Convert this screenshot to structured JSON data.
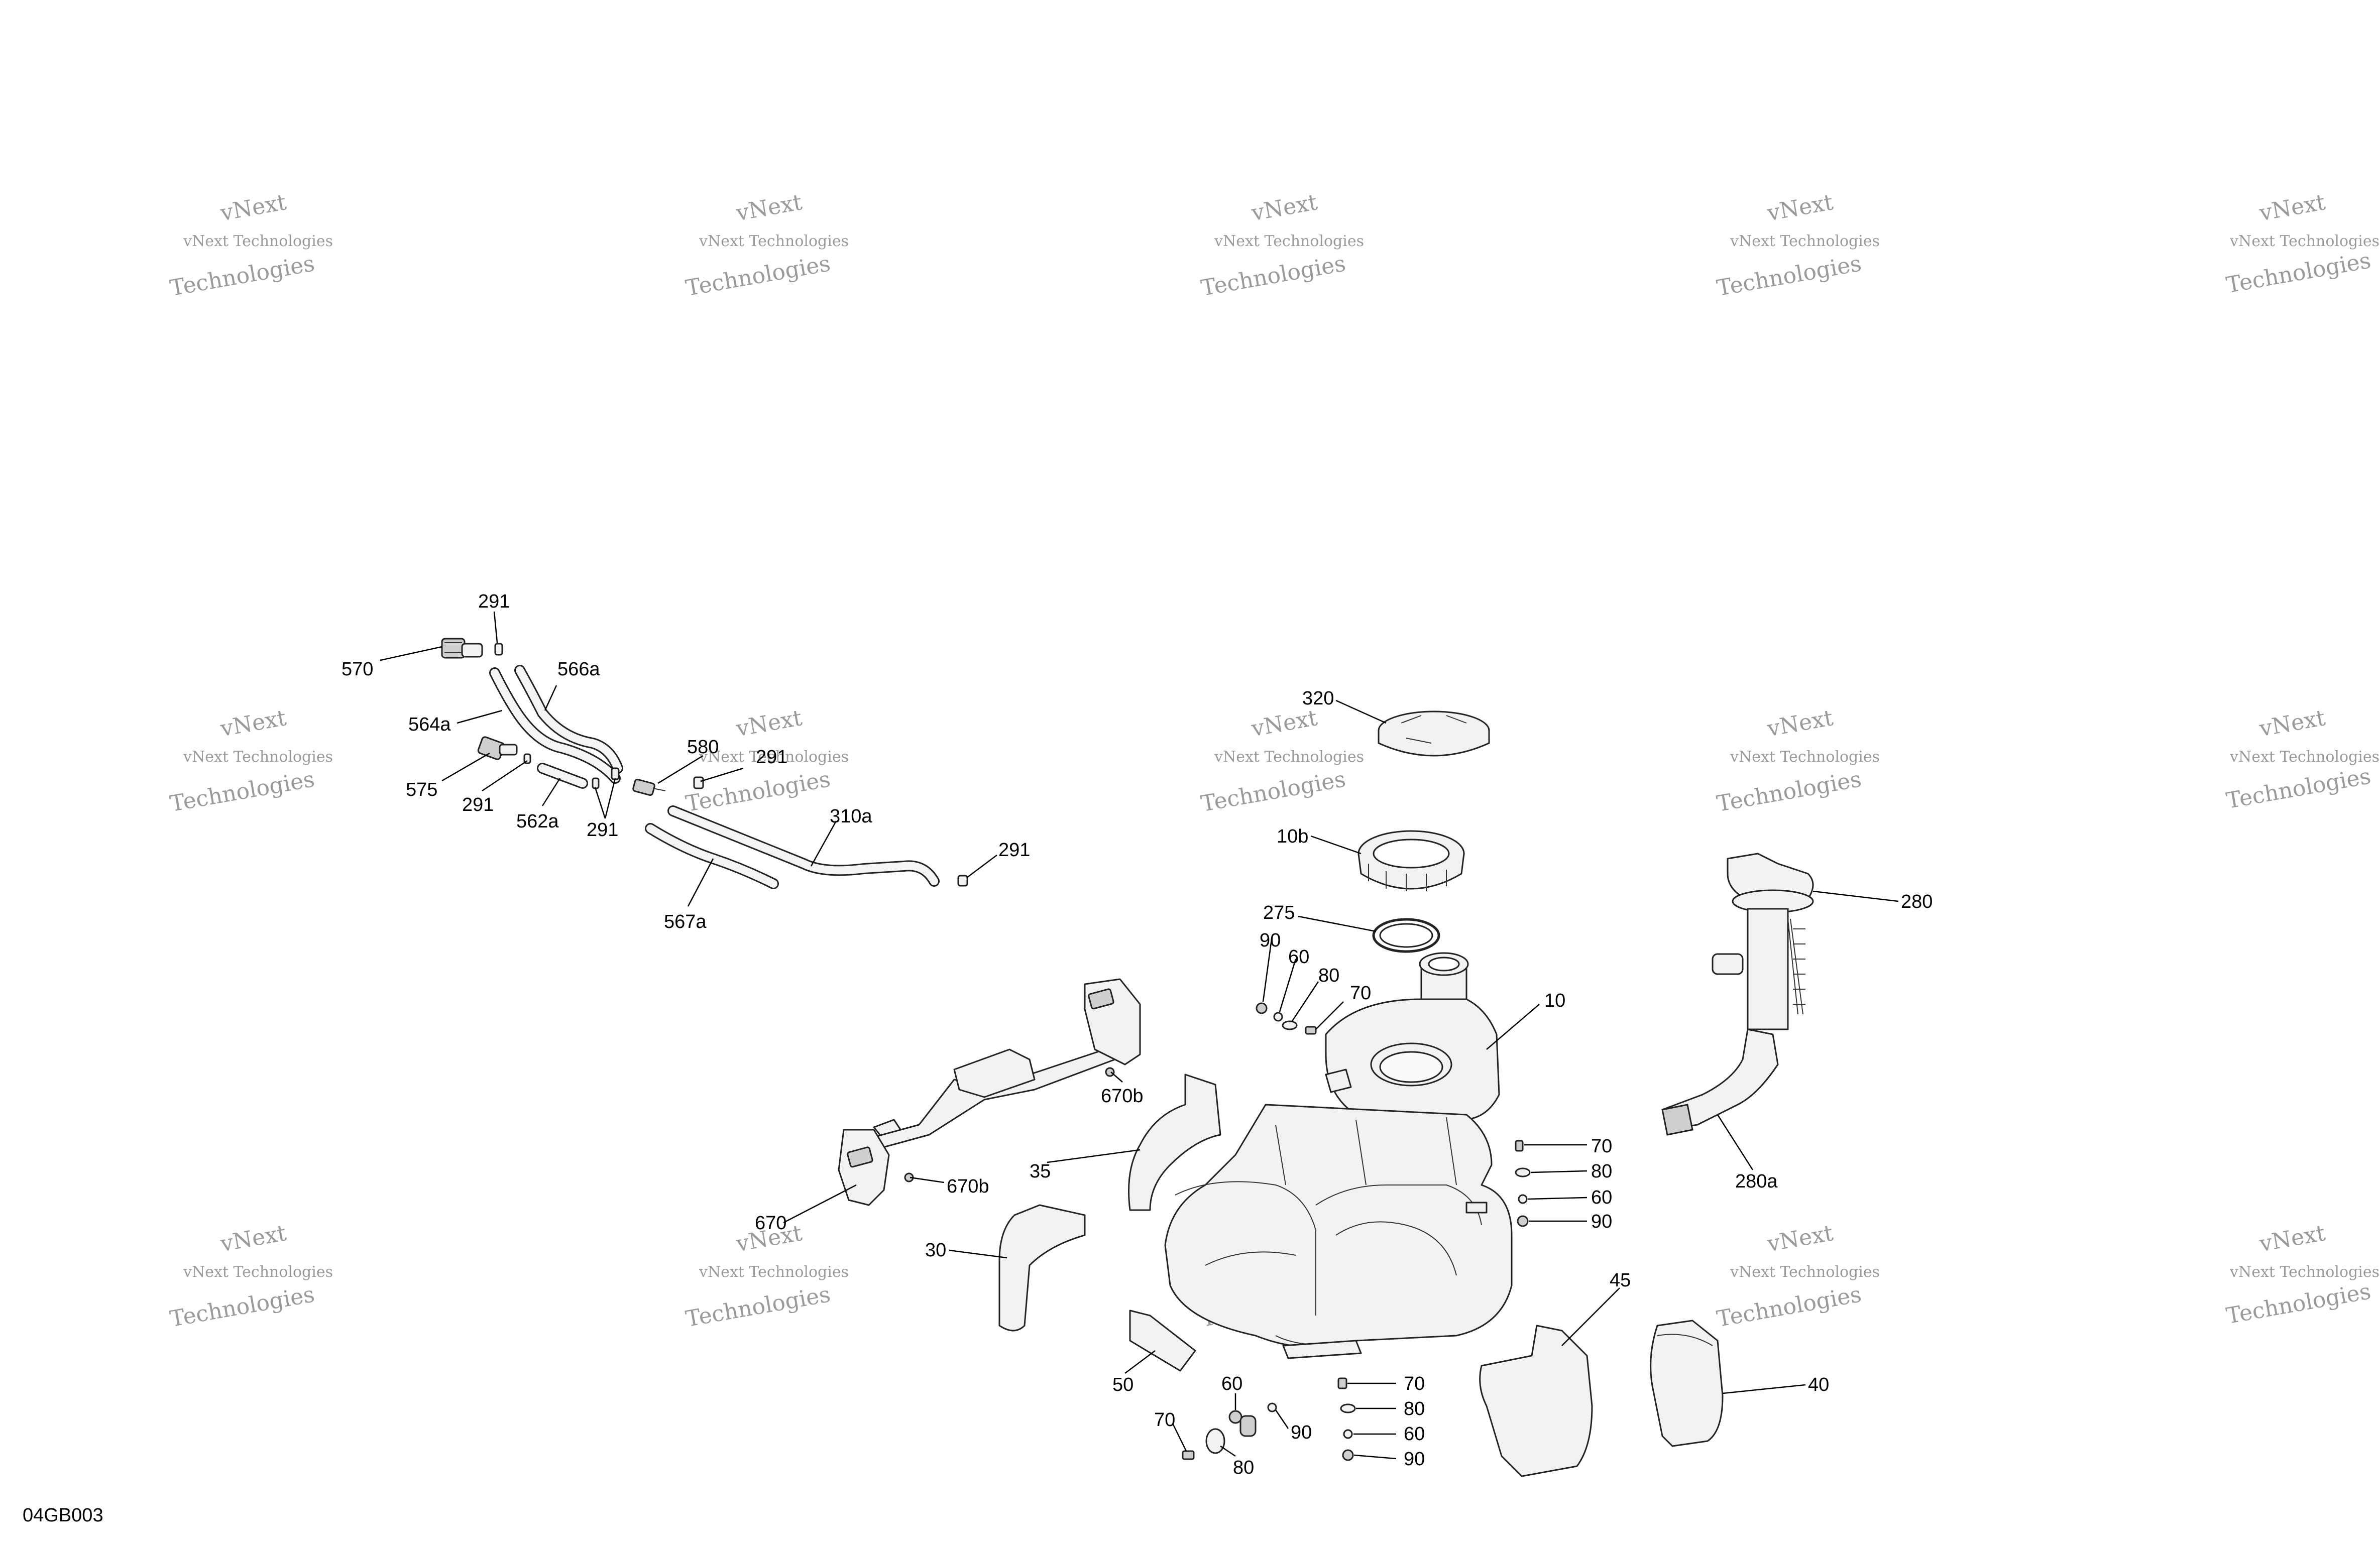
{
  "figure_code": "04GB003",
  "watermark": {
    "line1": "vNext",
    "line2": "vNext Technologies",
    "line3": "Technologies"
  },
  "callouts": {
    "c291a": "291",
    "c570": "570",
    "c566a": "566a",
    "c564a": "564a",
    "c580": "580",
    "c291b": "291",
    "c575": "575",
    "c291c": "291",
    "c562a": "562a",
    "c291d": "291",
    "c310a": "310a",
    "c291e": "291",
    "c567a": "567a",
    "c320": "320",
    "c10b": "10b",
    "c275": "275",
    "c90a": "90",
    "c60a": "60",
    "c80a": "80",
    "c70a": "70",
    "c10": "10",
    "c280": "280",
    "c280a": "280a",
    "c670b_a": "670b",
    "c670b_b": "670b",
    "c670": "670",
    "c35": "35",
    "c30": "30",
    "c70b": "70",
    "c80b": "80",
    "c60b": "60",
    "c90b": "90",
    "c45": "45",
    "c40": "40",
    "c50": "50",
    "c60c": "60",
    "c90c": "90",
    "c70c": "70",
    "c80c": "80",
    "c70d": "70",
    "c80d": "80",
    "c60d": "60",
    "c90d": "90"
  }
}
